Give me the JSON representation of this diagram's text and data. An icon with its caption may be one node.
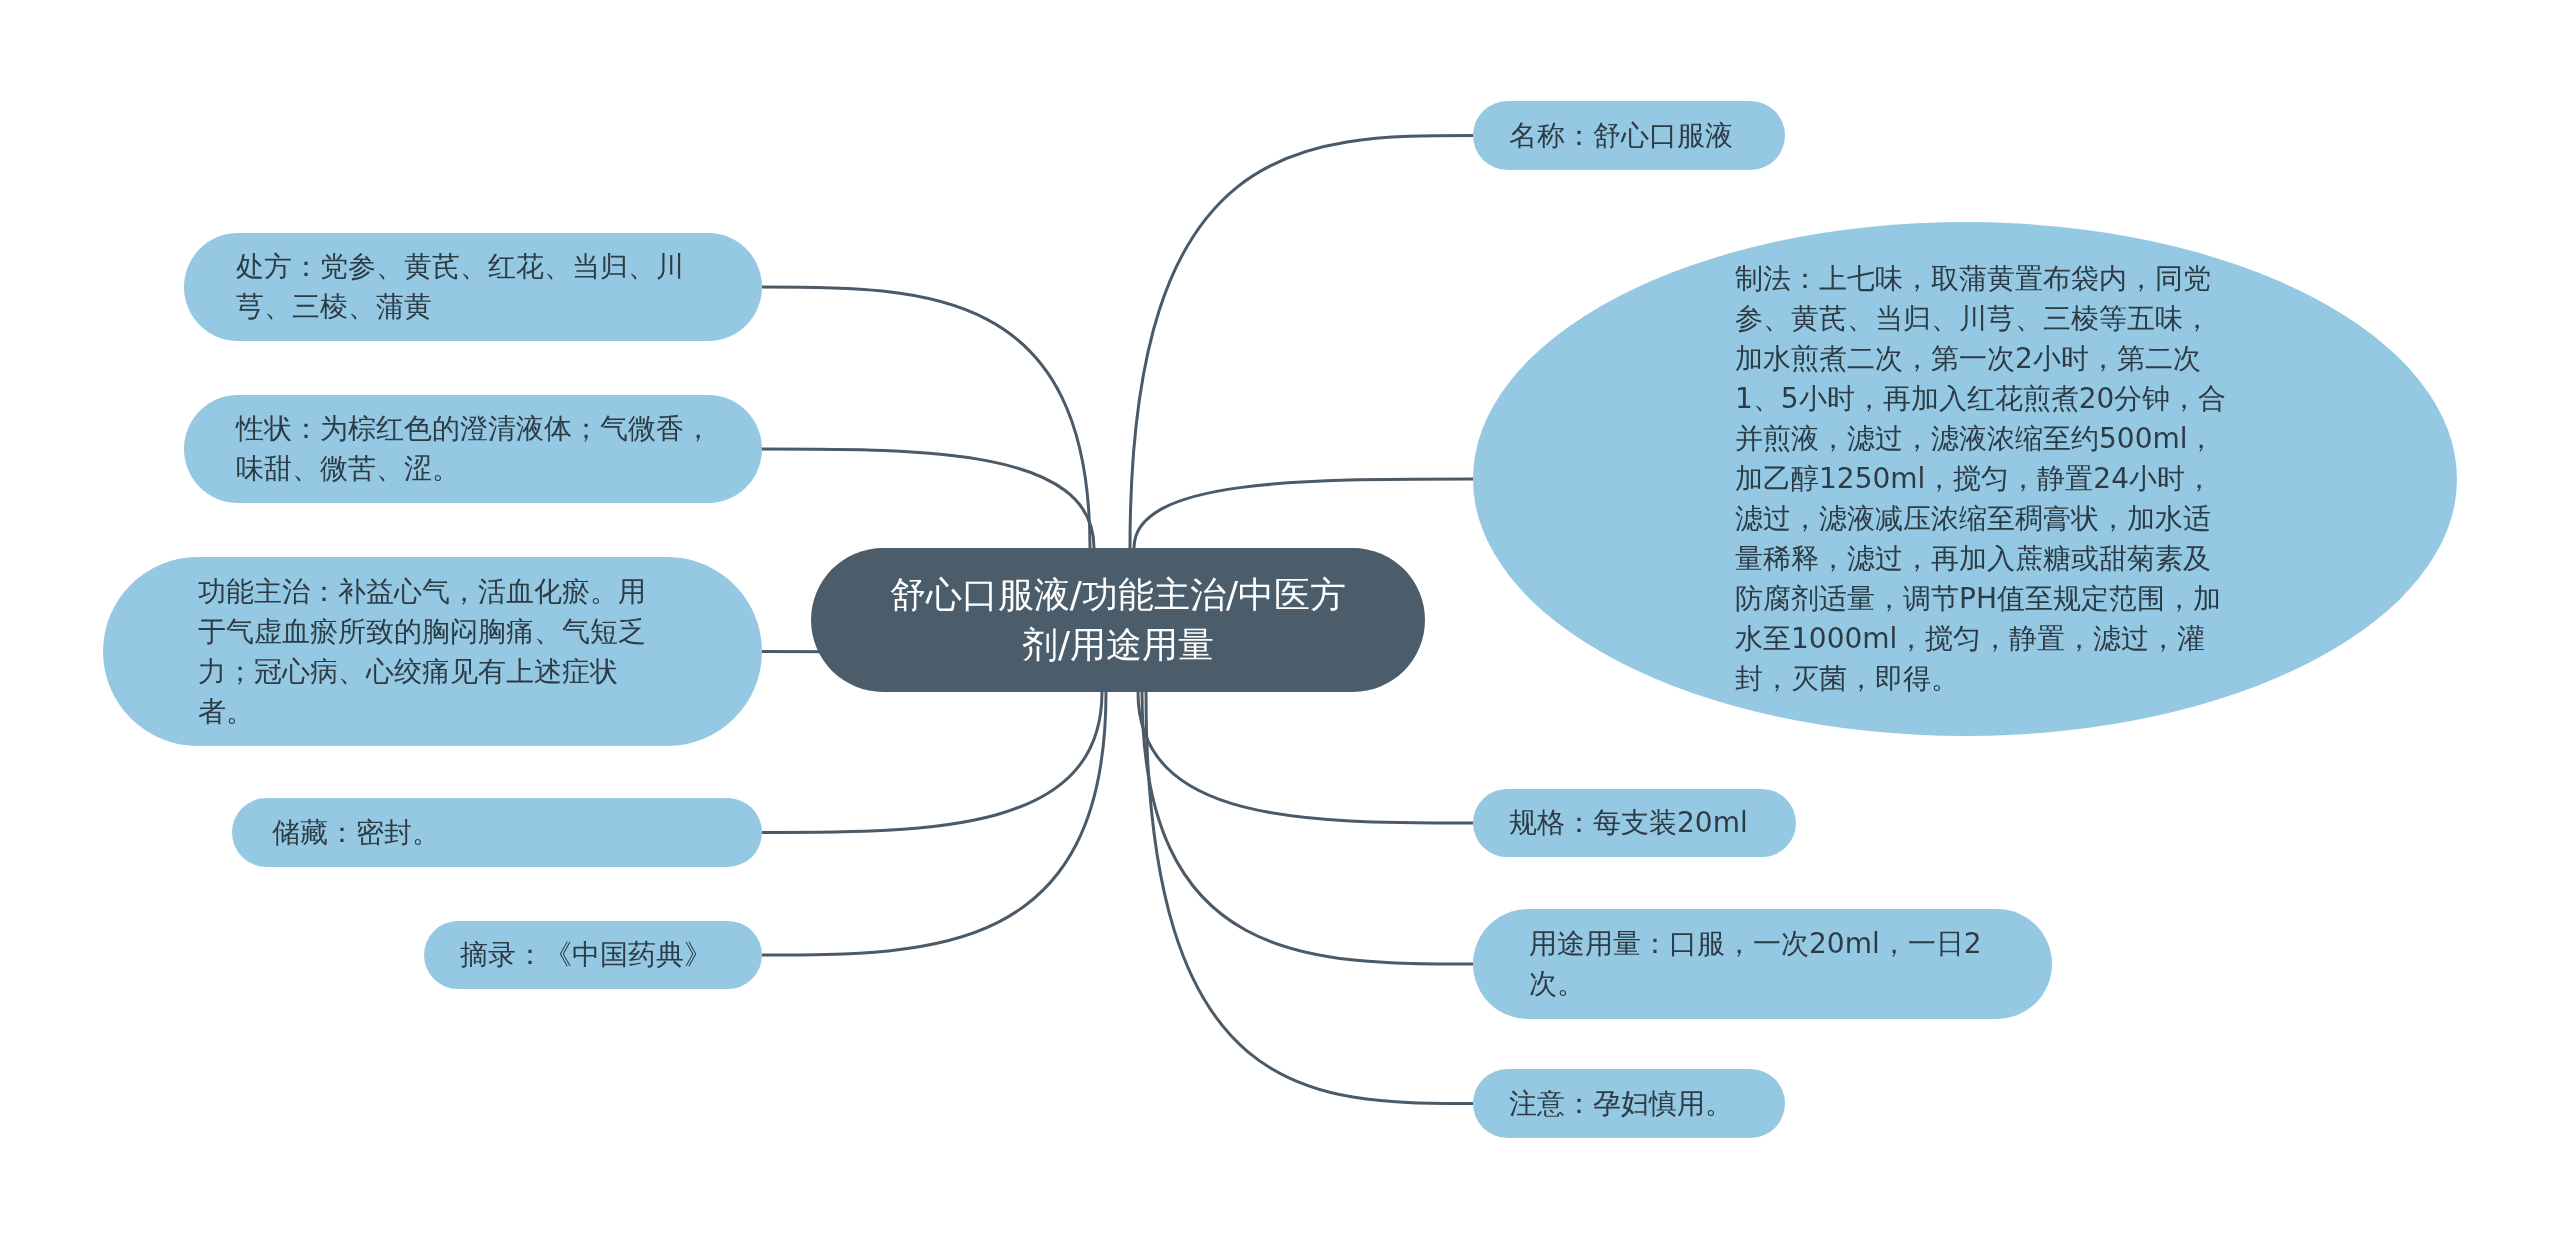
{
  "diagram": {
    "nodes": [
      {
        "text": [
          "舒心口服液/功能主治/中医方剂/用途用量"
        ]
      },
      {
        "text": [
          "处方：党参、黄芪、红花、当归、川芎、三棱、蒲黄"
        ]
      },
      {
        "text": [
          "性状：为棕红色的澄清液体；气微香，味甜、微苦、涩。"
        ]
      },
      {
        "text": [
          "功能主治：补益心气，活血化瘀。用于气虚血瘀所致的胸闷胸痛、气短乏力；冠心病、心绞痛见有上述症状者。"
        ]
      },
      {
        "text": [
          "储藏：密封。"
        ]
      },
      {
        "text": [
          "摘录：《中国药典》"
        ]
      },
      {
        "text": [
          "名称：舒心口服液"
        ]
      },
      {
        "text": [
          "制法：上七味，取蒲黄置布袋内，同党参、黄芪、当归、川芎、三棱等五味，加水煎煮二次，第一次2小时，第二次1、5小时，再加入红花煎煮20分钟，合并煎液，滤过，滤液浓缩至约500ml，加乙醇1250ml，搅匀，静置24小时，滤过，滤液减压浓缩至稠膏状，加水适量稀释，滤过，再加入蔗糖或甜菊素及防腐剂适量，调节PH值至规定范围，加水至1000ml，搅匀，静置，滤过，灌封，灭菌，即得。"
        ]
      },
      {
        "text": [
          "规格：每支装20ml"
        ]
      },
      {
        "text": [
          "用途用量：口服，一次20ml，一日2次。"
        ]
      },
      {
        "text": [
          "注意：孕妇慎用。"
        ]
      }
    ],
    "edges": [
      {
        "from": 0,
        "to": 1,
        "arrow": "none"
      },
      {
        "from": 0,
        "to": 2,
        "arrow": "none"
      },
      {
        "from": 0,
        "to": 3,
        "arrow": "none"
      },
      {
        "from": 0,
        "to": 4,
        "arrow": "none"
      },
      {
        "from": 0,
        "to": 5,
        "arrow": "none"
      },
      {
        "from": 0,
        "to": 6,
        "arrow": "none"
      },
      {
        "from": 0,
        "to": 7,
        "arrow": "none"
      },
      {
        "from": 0,
        "to": 8,
        "arrow": "none"
      },
      {
        "from": 0,
        "to": 9,
        "arrow": "none"
      },
      {
        "from": 0,
        "to": 10,
        "arrow": "none"
      }
    ]
  }
}
